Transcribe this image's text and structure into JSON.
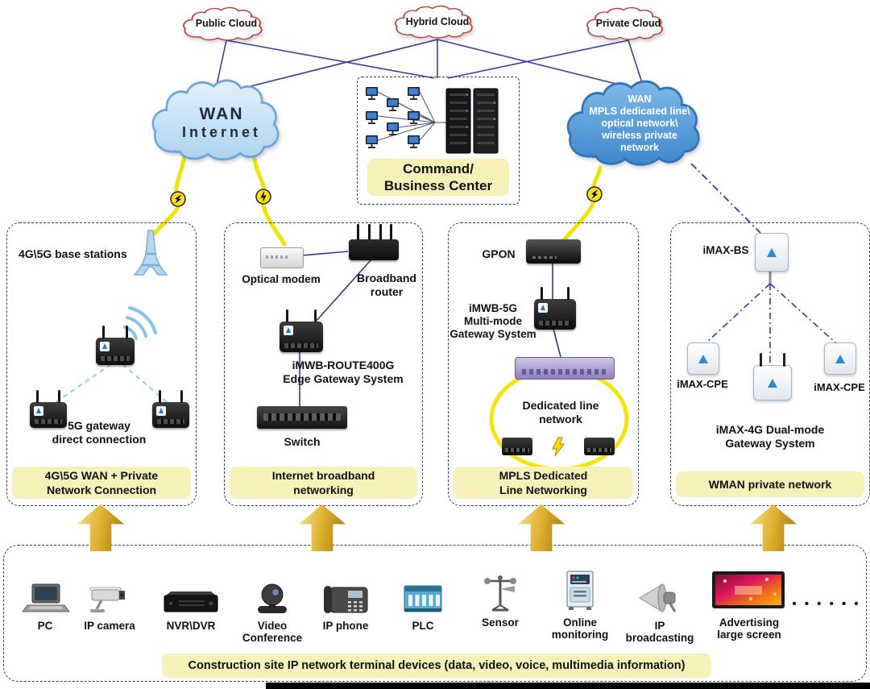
{
  "colors": {
    "pale_yellow": "#f6f1b8",
    "cable_yellow": "#efe20c",
    "line_navy": "#3a3f9f",
    "dashdot_blue": "#2b3bb0",
    "cloud_red": "#c43c3c",
    "wan_cloud_fill": "#cde5f7",
    "mpls_cloud_fill": "#5598d8",
    "logo_blue": "#1e78d0",
    "arrow_gold": "#ddaf2e"
  },
  "top_clouds": {
    "public": "Public Cloud",
    "hybrid": "Hybrid Cloud",
    "private": "Private Cloud"
  },
  "wan_internet": {
    "line1": "WAN",
    "line2": "Internet"
  },
  "wan_mpls": {
    "line1": "WAN",
    "line2": "MPLS dedicated line\\",
    "line3": "optical network\\",
    "line4": "wireless private",
    "line5": "network"
  },
  "command_center": {
    "line1": "Command/",
    "line2": "Business Center"
  },
  "panel_4g5g": {
    "title": "4G\\5G base stations",
    "gateway_line1": "5G gateway",
    "gateway_line2": "direct connection",
    "footer_line1": "4G\\5G WAN + Private",
    "footer_line2": "Network Connection"
  },
  "panel_broadband": {
    "modem_label": "Optical modem",
    "router_line1": "Broadband",
    "router_line2": "router",
    "gateway_line1": "iMWB-ROUTE400G",
    "gateway_line2": "Edge Gateway System",
    "switch_label": "Switch",
    "footer_line1": "Internet broadband",
    "footer_line2": "networking"
  },
  "panel_mpls": {
    "gpon_label": "GPON",
    "gateway_line1": "iMWB-5G",
    "gateway_line2": "Multi-mode",
    "gateway_line3": "Gateway System",
    "ring_line1": "Dedicated line",
    "ring_line2": "network",
    "footer_line1": "MPLS Dedicated",
    "footer_line2": "Line Networking"
  },
  "panel_wman": {
    "bs_label": "iMAX-BS",
    "cpe_left_label": "iMAX-CPE",
    "cpe_right_label": "iMAX-CPE",
    "gateway_line1": "iMAX-4G Dual-mode",
    "gateway_line2": "Gateway System",
    "footer": "WMAN private network"
  },
  "terminal_devices": {
    "items": [
      {
        "line1": "PC"
      },
      {
        "line1": "IP camera"
      },
      {
        "line1": "NVR\\DVR"
      },
      {
        "line1": "Video",
        "line2": "Conference"
      },
      {
        "line1": "IP phone"
      },
      {
        "line1": "PLC"
      },
      {
        "line1": "Sensor"
      },
      {
        "line1": "Online",
        "line2": "monitoring"
      },
      {
        "line1": "IP",
        "line2": "broadcasting"
      },
      {
        "line1": "Advertising",
        "line2": "large screen"
      }
    ],
    "ellipsis": "• • • • • •",
    "banner": "Construction site IP network terminal devices (data, video, voice, multimedia information)"
  }
}
